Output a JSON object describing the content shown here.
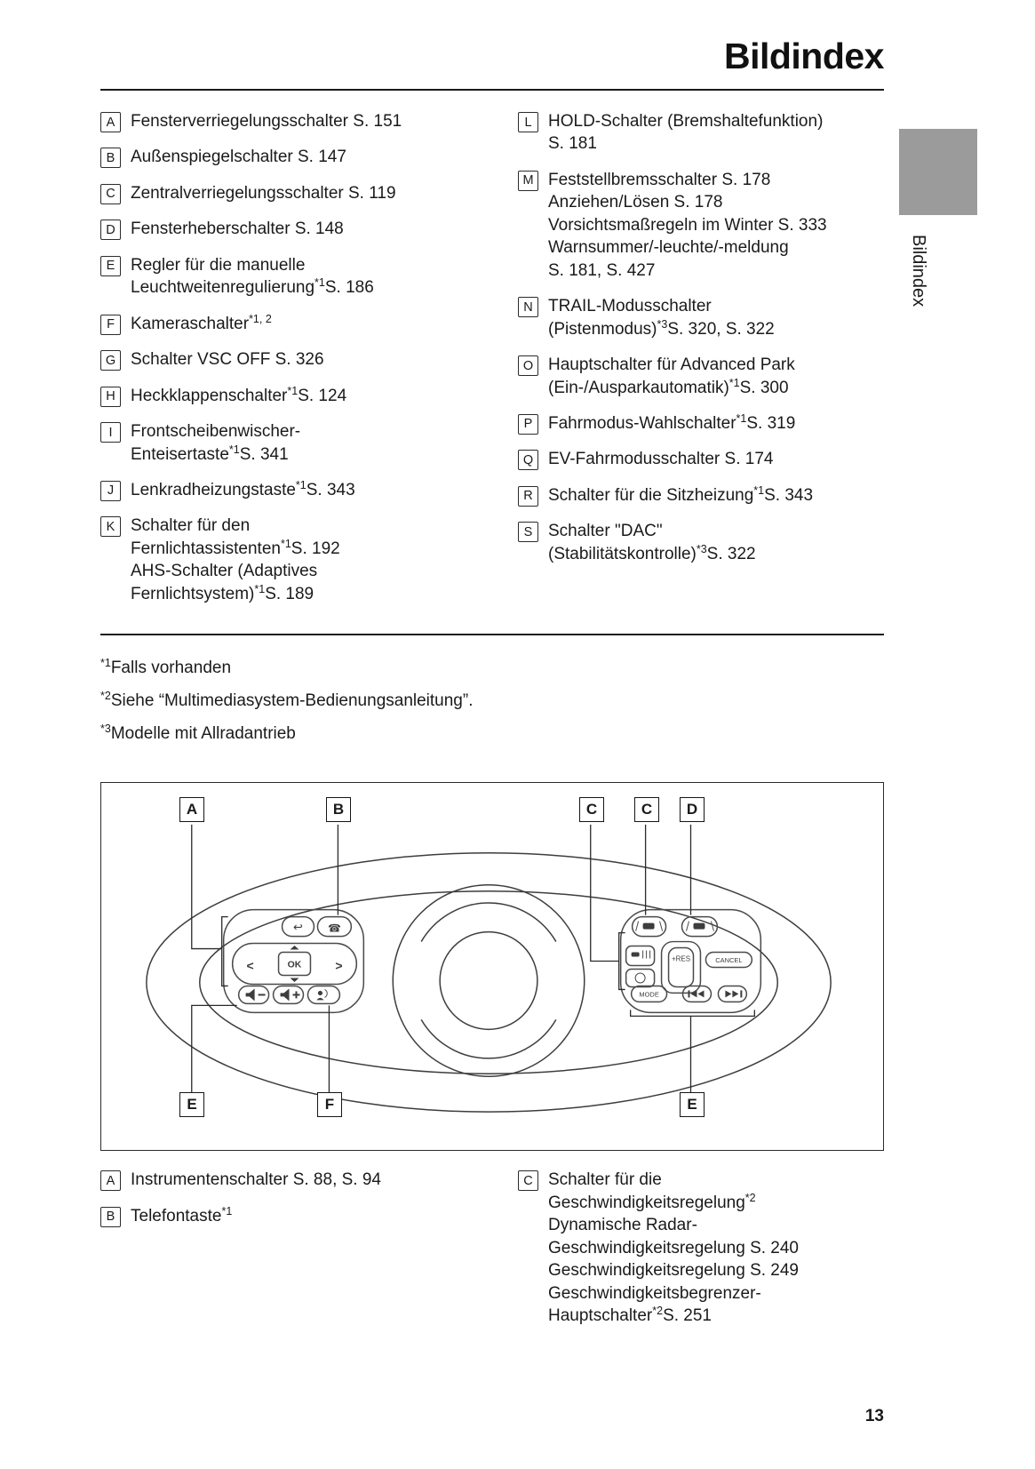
{
  "page": {
    "title": "Bildindex",
    "sidebar_tab_label": "Bildindex",
    "page_number": "13"
  },
  "index_top": {
    "left": [
      {
        "letter": "A",
        "lines": [
          [
            {
              "text": "Fensterverriegelungsschalter S. 151"
            }
          ]
        ]
      },
      {
        "letter": "B",
        "lines": [
          [
            {
              "text": "Außenspiegelschalter S. 147"
            }
          ]
        ]
      },
      {
        "letter": "C",
        "lines": [
          [
            {
              "text": "Zentralverriegelungsschalter S. 119"
            }
          ]
        ]
      },
      {
        "letter": "D",
        "lines": [
          [
            {
              "text": "Fensterheberschalter S. 148"
            }
          ]
        ]
      },
      {
        "letter": "E",
        "lines": [
          [
            {
              "text": "Regler für die manuelle"
            }
          ],
          [
            {
              "text": "Leuchtweitenregulierung"
            },
            {
              "sup": "*1"
            },
            {
              "text": "S. 186"
            }
          ]
        ]
      },
      {
        "letter": "F",
        "lines": [
          [
            {
              "text": "Kameraschalter"
            },
            {
              "sup": "*1, 2"
            }
          ]
        ]
      },
      {
        "letter": "G",
        "lines": [
          [
            {
              "text": "Schalter VSC OFF S. 326"
            }
          ]
        ]
      },
      {
        "letter": "H",
        "lines": [
          [
            {
              "text": "Heckklappenschalter"
            },
            {
              "sup": "*1"
            },
            {
              "text": "S. 124"
            }
          ]
        ]
      },
      {
        "letter": "I",
        "lines": [
          [
            {
              "text": "Frontscheibenwischer-"
            }
          ],
          [
            {
              "text": "Enteisertaste"
            },
            {
              "sup": "*1"
            },
            {
              "text": "S. 341"
            }
          ]
        ]
      },
      {
        "letter": "J",
        "lines": [
          [
            {
              "text": "Lenkradheizungstaste"
            },
            {
              "sup": "*1"
            },
            {
              "text": "S. 343"
            }
          ]
        ]
      },
      {
        "letter": "K",
        "lines": [
          [
            {
              "text": "Schalter für den"
            }
          ],
          [
            {
              "text": "Fernlichtassistenten"
            },
            {
              "sup": "*1"
            },
            {
              "text": "S. 192"
            }
          ],
          [
            {
              "text": "AHS-Schalter (Adaptives"
            }
          ],
          [
            {
              "text": "Fernlichtsystem)"
            },
            {
              "sup": "*1"
            },
            {
              "text": "S. 189"
            }
          ]
        ]
      }
    ],
    "right": [
      {
        "letter": "L",
        "lines": [
          [
            {
              "text": "HOLD-Schalter (Bremshaltefunktion)"
            }
          ],
          [
            {
              "text": "S. 181"
            }
          ]
        ]
      },
      {
        "letter": "M",
        "lines": [
          [
            {
              "text": "Feststellbremsschalter S. 178"
            }
          ],
          [
            {
              "text": "Anziehen/Lösen S. 178"
            }
          ],
          [
            {
              "text": "Vorsichtsmaßregeln im Winter S. 333"
            }
          ],
          [
            {
              "text": "Warnsummer/-leuchte/-meldung"
            }
          ],
          [
            {
              "text": "S. 181, S. 427"
            }
          ]
        ]
      },
      {
        "letter": "N",
        "lines": [
          [
            {
              "text": "TRAIL-Modusschalter"
            }
          ],
          [
            {
              "text": "(Pistenmodus)"
            },
            {
              "sup": "*3"
            },
            {
              "text": "S. 320, S. 322"
            }
          ]
        ]
      },
      {
        "letter": "O",
        "lines": [
          [
            {
              "text": "Hauptschalter für Advanced Park"
            }
          ],
          [
            {
              "text": "(Ein-/Ausparkautomatik)"
            },
            {
              "sup": "*1"
            },
            {
              "text": "S. 300"
            }
          ]
        ]
      },
      {
        "letter": "P",
        "lines": [
          [
            {
              "text": "Fahrmodus-Wahlschalter"
            },
            {
              "sup": "*1"
            },
            {
              "text": "S. 319"
            }
          ]
        ]
      },
      {
        "letter": "Q",
        "lines": [
          [
            {
              "text": "EV-Fahrmodusschalter S. 174"
            }
          ]
        ]
      },
      {
        "letter": "R",
        "lines": [
          [
            {
              "text": "Schalter für die Sitzheizung"
            },
            {
              "sup": "*1"
            },
            {
              "text": "S. 343"
            }
          ]
        ]
      },
      {
        "letter": "S",
        "lines": [
          [
            {
              "text": "Schalter \"DAC\""
            }
          ],
          [
            {
              "text": "(Stabilitätskontrolle)"
            },
            {
              "sup": "*3"
            },
            {
              "text": "S. 322"
            }
          ]
        ]
      }
    ]
  },
  "footnotes": [
    {
      "sup": "*1",
      "text": "Falls vorhanden"
    },
    {
      "sup": "*2",
      "text": "Siehe “Multimediasystem-Bedienungsanleitung”."
    },
    {
      "sup": "*3",
      "text": "Modelle mit Allradantrieb"
    }
  ],
  "figure": {
    "callouts_top": [
      "A",
      "B",
      "C",
      "C",
      "D"
    ],
    "callouts_bottom": [
      "E",
      "F",
      "E"
    ],
    "button_labels": {
      "ok": "OK",
      "res": "+RES",
      "cancel": "CANCEL",
      "mode": "MODE"
    },
    "icons": {
      "back_icon": "↩",
      "phone_icon": "☎",
      "arrow_left_icon": "<",
      "arrow_right_icon": ">"
    }
  },
  "index_bottom": {
    "left": [
      {
        "letter": "A",
        "lines": [
          [
            {
              "text": "Instrumentenschalter S. 88, S. 94"
            }
          ]
        ]
      },
      {
        "letter": "B",
        "lines": [
          [
            {
              "text": "Telefontaste"
            },
            {
              "sup": "*1"
            }
          ]
        ]
      }
    ],
    "right": [
      {
        "letter": "C",
        "lines": [
          [
            {
              "text": "Schalter für die"
            }
          ],
          [
            {
              "text": "Geschwindigkeitsregelung"
            },
            {
              "sup": "*2"
            }
          ],
          [
            {
              "text": "Dynamische Radar-"
            }
          ],
          [
            {
              "text": "Geschwindigkeitsregelung S. 240"
            }
          ],
          [
            {
              "text": "Geschwindigkeitsregelung S. 249"
            }
          ],
          [
            {
              "text": "Geschwindigkeitsbegrenzer-"
            }
          ],
          [
            {
              "text": "Hauptschalter"
            },
            {
              "sup": "*2"
            },
            {
              "text": "S. 251"
            }
          ]
        ]
      }
    ]
  }
}
